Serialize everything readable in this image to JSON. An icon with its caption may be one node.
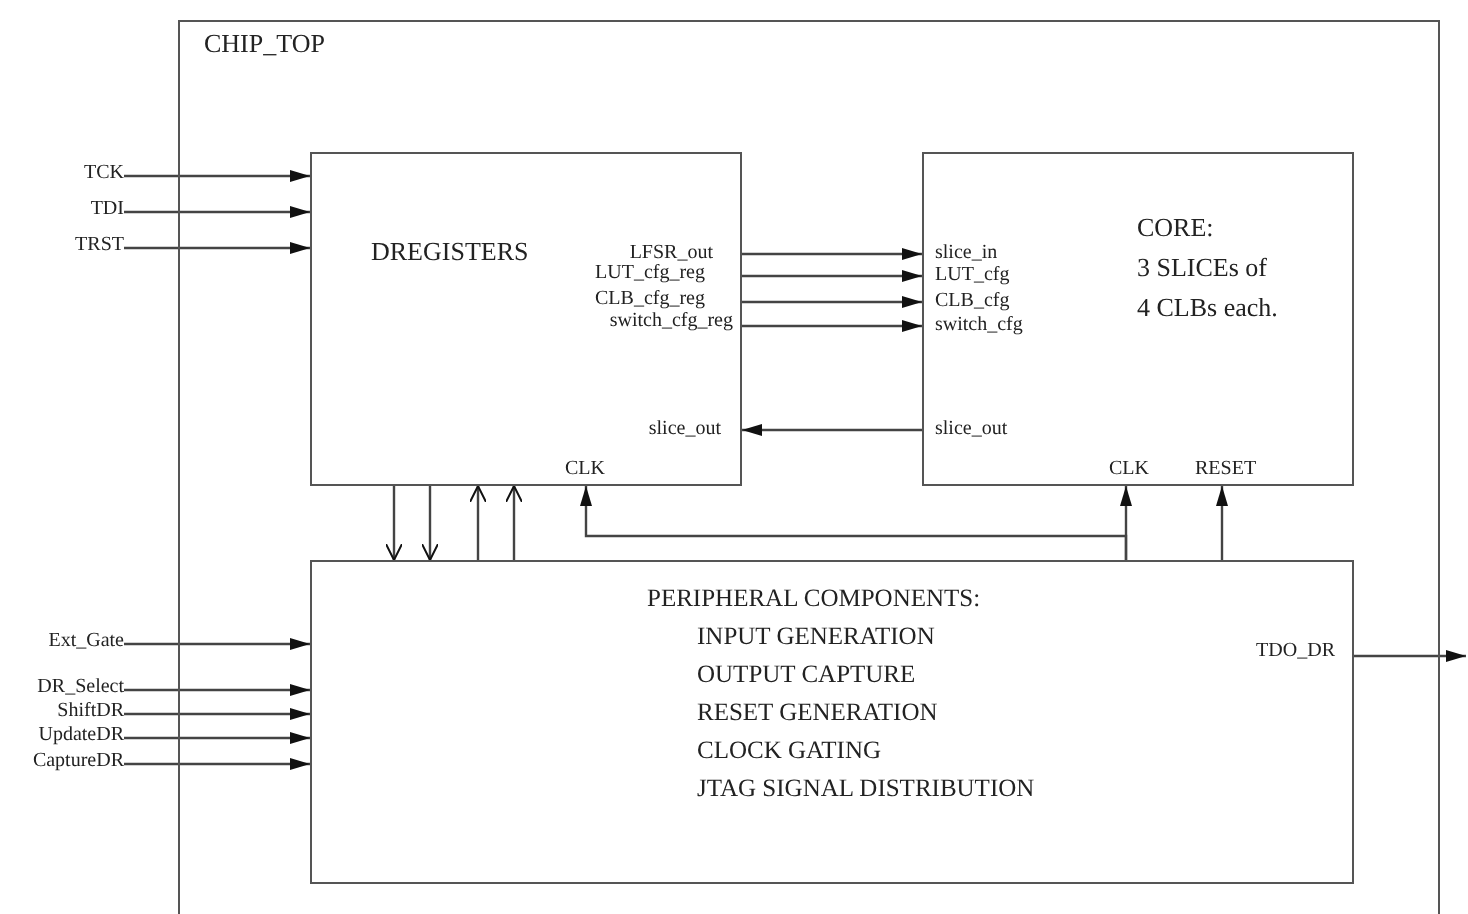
{
  "diagram": {
    "nodes": [
      {
        "text": [
          "CHIP_TOP"
        ]
      },
      {
        "text": [
          "DREGISTERS",
          "LFSR_out",
          "LUT_cfg_reg",
          "CLB_cfg_reg",
          "switch_cfg_reg",
          "slice_out",
          "CLK"
        ],
        "in": 0
      },
      {
        "text": [
          "CORE:",
          "3 SLICEs of 4 CLBs each.",
          "slice_in",
          "LUT_cfg",
          "CLB_cfg",
          "switch_cfg",
          "slice_out",
          "CLK",
          "RESET"
        ],
        "in": 0
      },
      {
        "text": [
          "PERIPHERAL COMPONENTS:",
          "INPUT GENERATION",
          "OUTPUT CAPTURE",
          "RESET GENERATION",
          "CLOCK GATING",
          "JTAG SIGNAL DISTRIBUTION",
          "TDO_DR"
        ],
        "in": 0
      },
      {
        "text": [
          "TCK"
        ]
      },
      {
        "text": [
          "TDI"
        ]
      },
      {
        "text": [
          "TRST"
        ]
      },
      {
        "text": [
          "Ext_Gate"
        ]
      },
      {
        "text": [
          "DR_Select"
        ]
      },
      {
        "text": [
          "ShiftDR"
        ]
      },
      {
        "text": [
          "UpdateDR"
        ]
      },
      {
        "text": [
          "CaptureDR"
        ]
      }
    ],
    "edges": [
      {
        "from": 4,
        "to": 1,
        "arrow": "to"
      },
      {
        "from": 5,
        "to": 1,
        "arrow": "to"
      },
      {
        "from": 6,
        "to": 1,
        "arrow": "to"
      },
      {
        "from": 1,
        "to": 2,
        "arrow": "to"
      },
      {
        "from": 1,
        "to": 2,
        "arrow": "to"
      },
      {
        "from": 1,
        "to": 2,
        "arrow": "to"
      },
      {
        "from": 1,
        "to": 2,
        "arrow": "to"
      },
      {
        "from": 2,
        "to": 1,
        "arrow": "to"
      },
      {
        "from": 1,
        "to": 3,
        "arrow": "to"
      },
      {
        "from": 1,
        "to": 3,
        "arrow": "to"
      },
      {
        "from": 3,
        "to": 1,
        "arrow": "to"
      },
      {
        "from": 3,
        "to": 1,
        "arrow": "to"
      },
      {
        "from": 3,
        "to": 1,
        "arrow": "to"
      },
      {
        "from": 3,
        "to": 2,
        "arrow": "to"
      },
      {
        "from": 3,
        "to": 2,
        "arrow": "to"
      },
      {
        "from": 7,
        "to": 3,
        "arrow": "to"
      },
      {
        "from": 8,
        "to": 3,
        "arrow": "to"
      },
      {
        "from": 9,
        "to": 3,
        "arrow": "to"
      },
      {
        "from": 10,
        "to": 3,
        "arrow": "to"
      },
      {
        "from": 11,
        "to": 3,
        "arrow": "to"
      },
      {
        "from": 3,
        "to": null,
        "arrow": "to"
      }
    ]
  }
}
